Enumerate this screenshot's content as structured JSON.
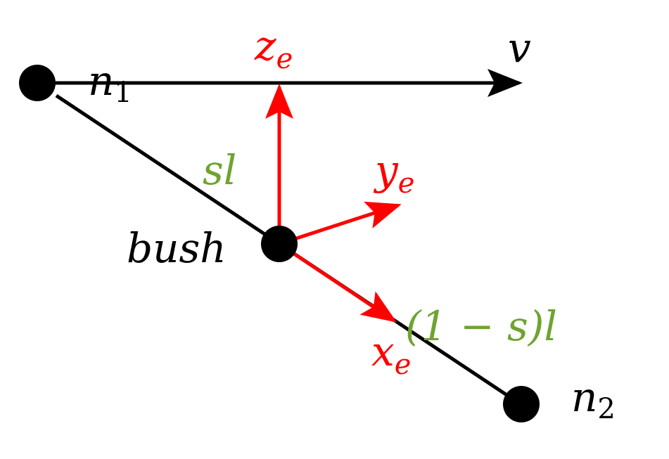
{
  "labels": {
    "v": "v",
    "n1": "n",
    "n1_sub": "1",
    "n2": "n",
    "n2_sub": "2",
    "bush": "bush",
    "z_e": "z",
    "z_e_sub": "e",
    "y_e": "y",
    "y_e_sub": "e",
    "x_e": "x",
    "x_e_sub": "e",
    "sl": "sl",
    "one_minus_s_l": "(1 − s)l"
  },
  "colors": {
    "black": "#000000",
    "red": "#ff0000",
    "green": "#6fa332"
  }
}
